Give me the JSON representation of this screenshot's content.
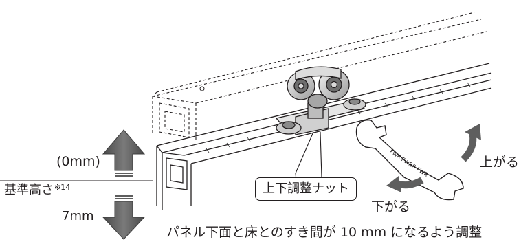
{
  "labels": {
    "zero": "(0mm)",
    "base_height": "基準高さ",
    "base_height_note": "※14",
    "seven": "7mm",
    "nut": "上下調整ナット",
    "up": "上がる",
    "down": "下がる",
    "caption": "パネル下面と床とのすき間が 10 mm になるよう調整",
    "wrench_stamp": "FWR FWRR FWR"
  },
  "colors": {
    "arrow_fill": "#5e5e5e",
    "line": "#231f20",
    "hatch": "#3a3a3a"
  },
  "icons": [
    "up-arrow-icon",
    "down-arrow-icon",
    "wrench-icon",
    "rotate-up-arrow-icon",
    "rotate-down-arrow-icon"
  ]
}
